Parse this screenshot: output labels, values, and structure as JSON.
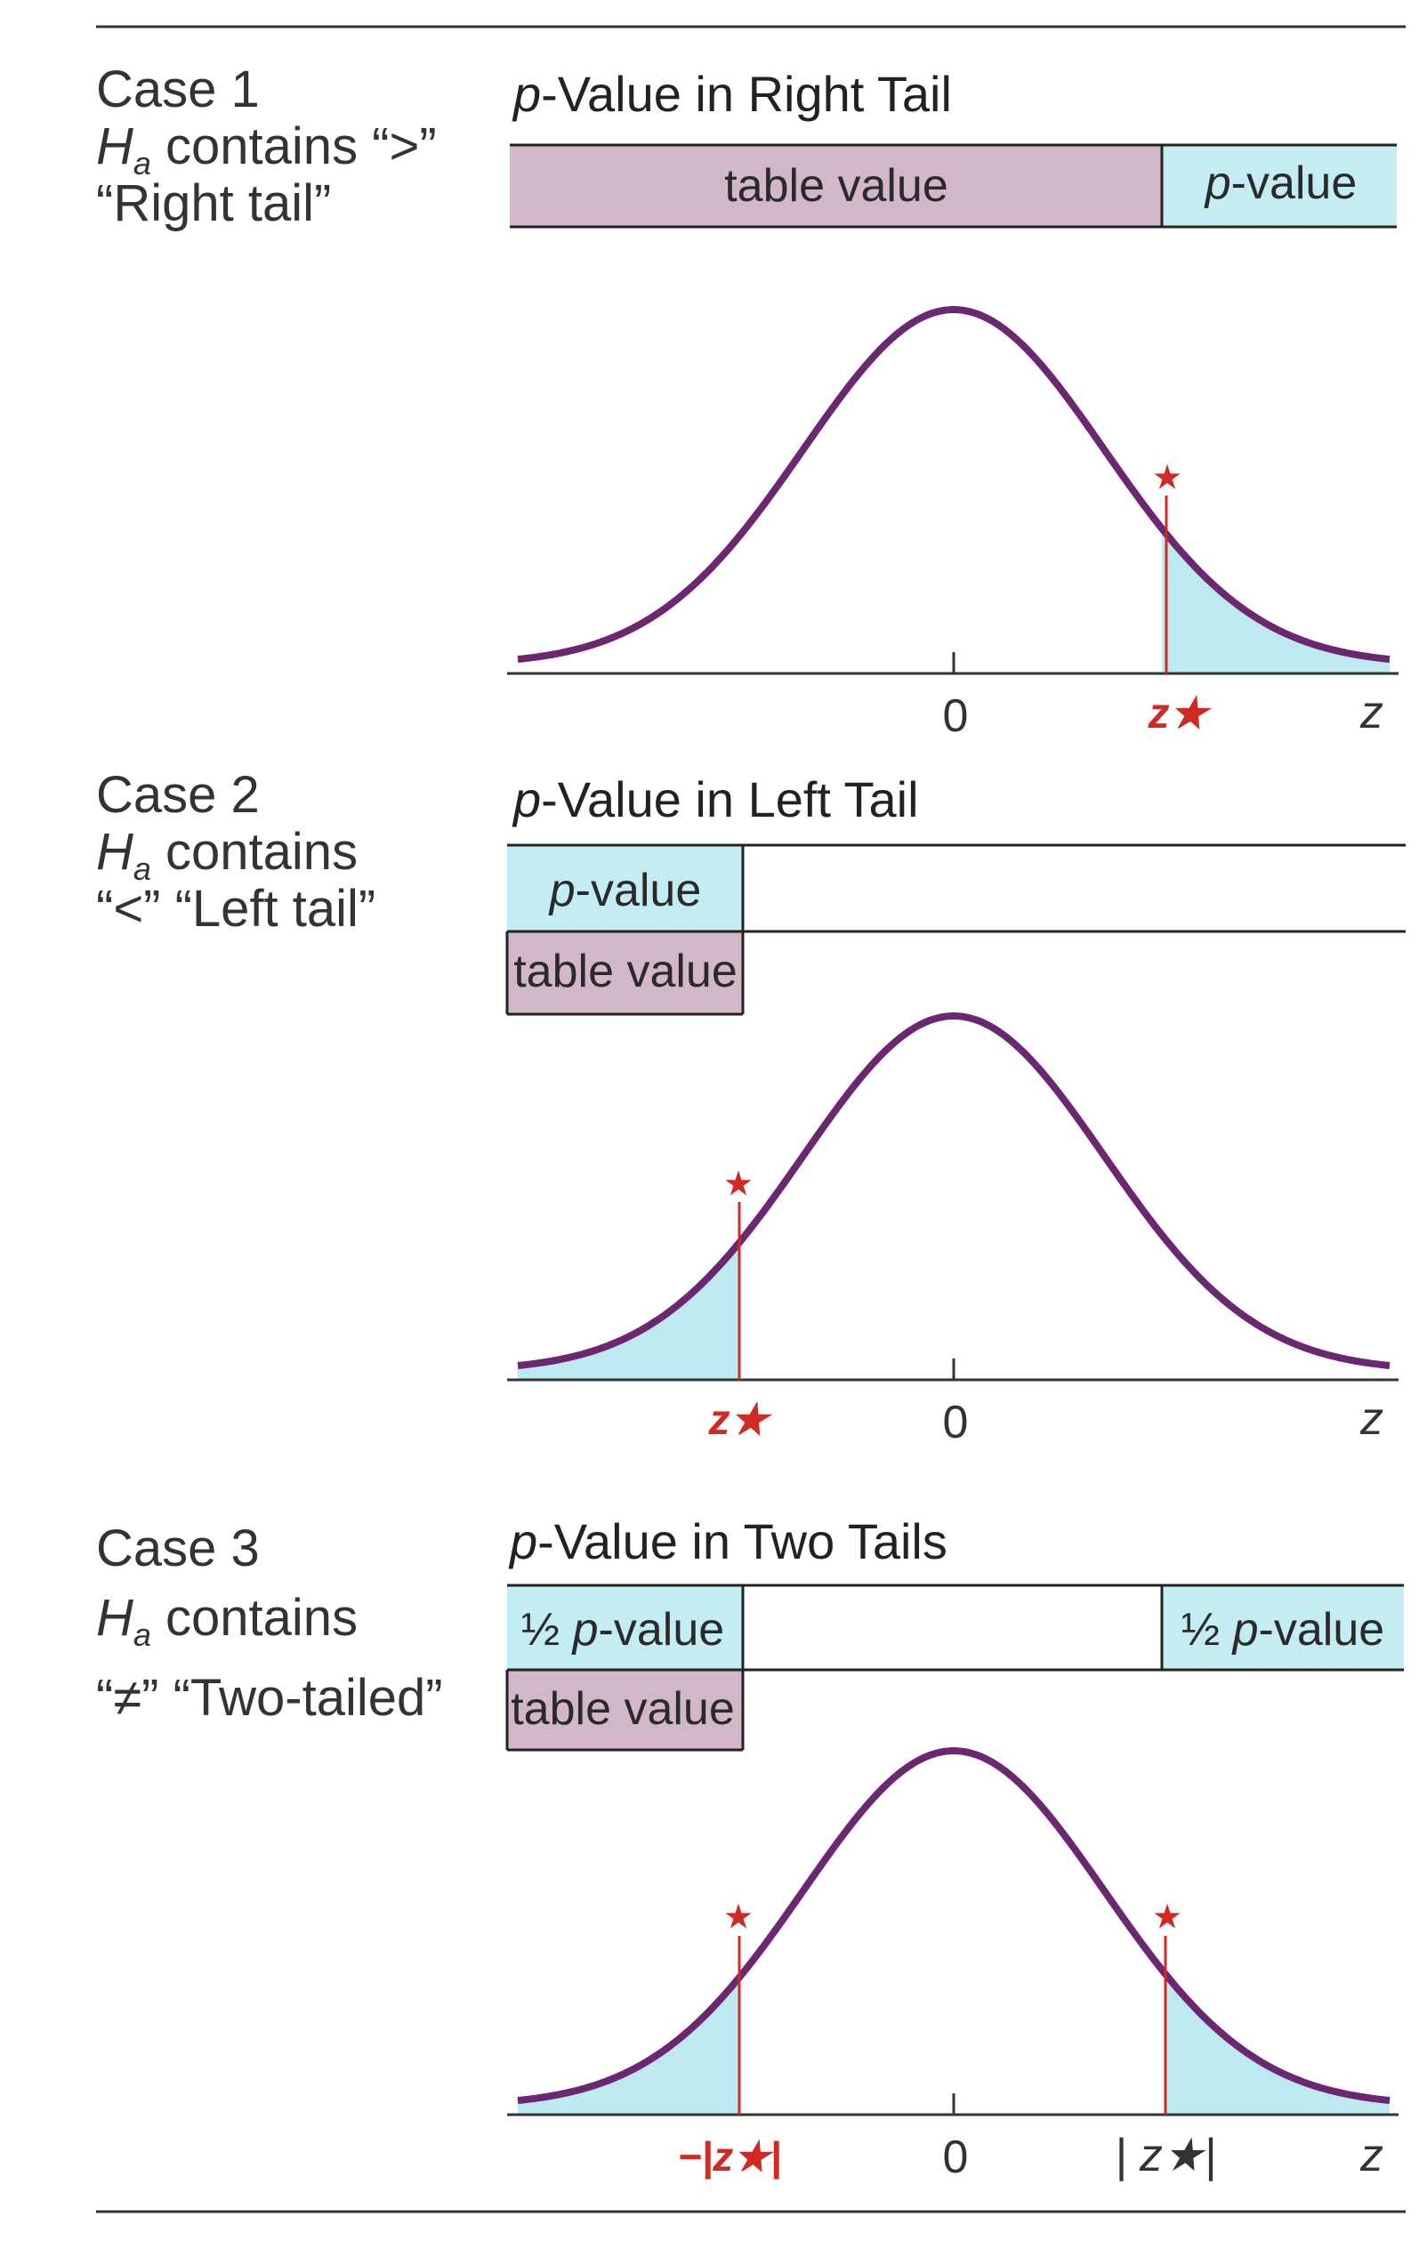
{
  "colors": {
    "curve": "#6b2770",
    "tail_fill": "#bfe9f0",
    "box_pvalue": "#c4ecf3",
    "box_table": "#d2b7c8",
    "critical": "#cf2a24",
    "rule": "#333333"
  },
  "cases": [
    {
      "id": "case1",
      "case_label": "Case 1",
      "ha_prefix": "H",
      "ha_sub": "a",
      "ha_suffix": " contains “>”",
      "desc": "“Right tail”",
      "header_p": "p",
      "header_rest": "-Value in Right Tail",
      "box_table_label": "table value",
      "box_p": "p",
      "box_p_rest": "-value",
      "tick_zero": "0",
      "axis_label": "z",
      "crit_right": "z★",
      "star": "★",
      "tail": "right"
    },
    {
      "id": "case2",
      "case_label": "Case 2",
      "ha_prefix": "H",
      "ha_sub": "a",
      "ha_suffix": " contains",
      "desc": "“<” “Left tail”",
      "header_p": "p",
      "header_rest": "-Value in Left Tail",
      "box_table_label": "table value",
      "box_p": "p",
      "box_p_rest": "-value",
      "tick_zero": "0",
      "axis_label": "z",
      "crit_left": "z★",
      "star": "★",
      "tail": "left"
    },
    {
      "id": "case3",
      "case_label": "Case 3",
      "ha_prefix": "H",
      "ha_sub": "a",
      "ha_suffix": " contains",
      "desc": "“≠” “Two-tailed”",
      "header_p": "p",
      "header_rest": "-Value in Two Tails",
      "box_table_label": "table value",
      "half": "½",
      "box_p": "p",
      "box_p_rest": "-value",
      "tick_zero": "0",
      "axis_label": "z",
      "crit_left": "−|z★|",
      "crit_right": "| z★|",
      "star": "★",
      "tail": "two"
    }
  ]
}
